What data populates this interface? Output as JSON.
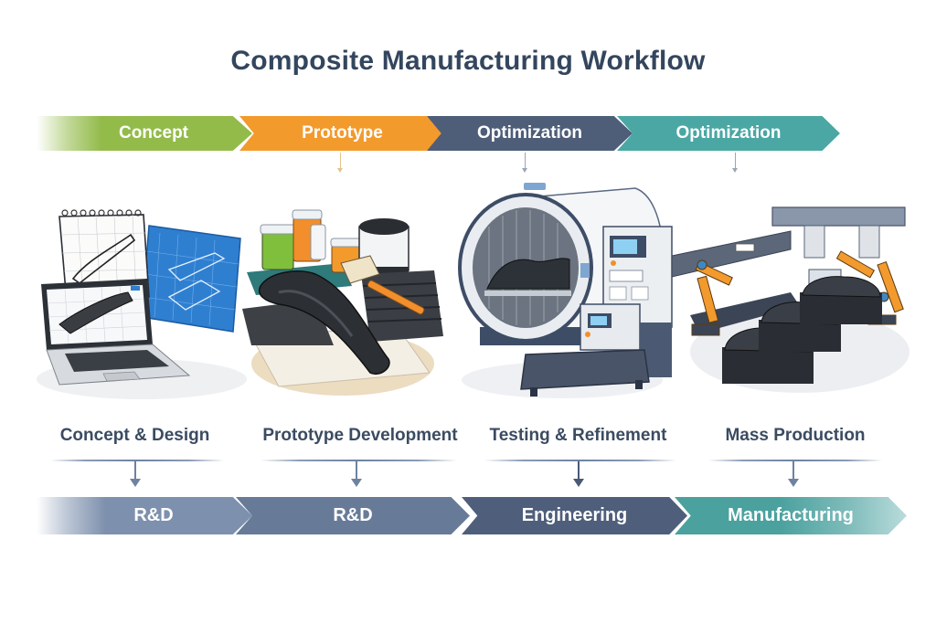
{
  "title": "Composite Manufacturing Workflow",
  "top_phases": [
    {
      "label": "Concept",
      "color": "#93bb4a"
    },
    {
      "label": "Prototype",
      "color": "#f39a2c"
    },
    {
      "label": "Optimization",
      "color": "#4e5e79"
    },
    {
      "label": "Optimization",
      "color": "#4aa7a4"
    }
  ],
  "stages": [
    {
      "label": "Concept & Design",
      "illustration": "laptop-sketchbook-blueprint"
    },
    {
      "label": "Prototype Development",
      "illustration": "carbon-fiber-layup-resin-jars"
    },
    {
      "label": "Testing & Refinement",
      "illustration": "autoclave-control-panel"
    },
    {
      "label": "Mass Production",
      "illustration": "robotic-production-line"
    }
  ],
  "bottom_departments": [
    {
      "label": "R&D",
      "color": "#7d90ad"
    },
    {
      "label": "R&D",
      "color": "#677b98"
    },
    {
      "label": "Engineering",
      "color": "#4f5f7b"
    },
    {
      "label": "Manufacturing",
      "color": "#4aa19e"
    }
  ]
}
